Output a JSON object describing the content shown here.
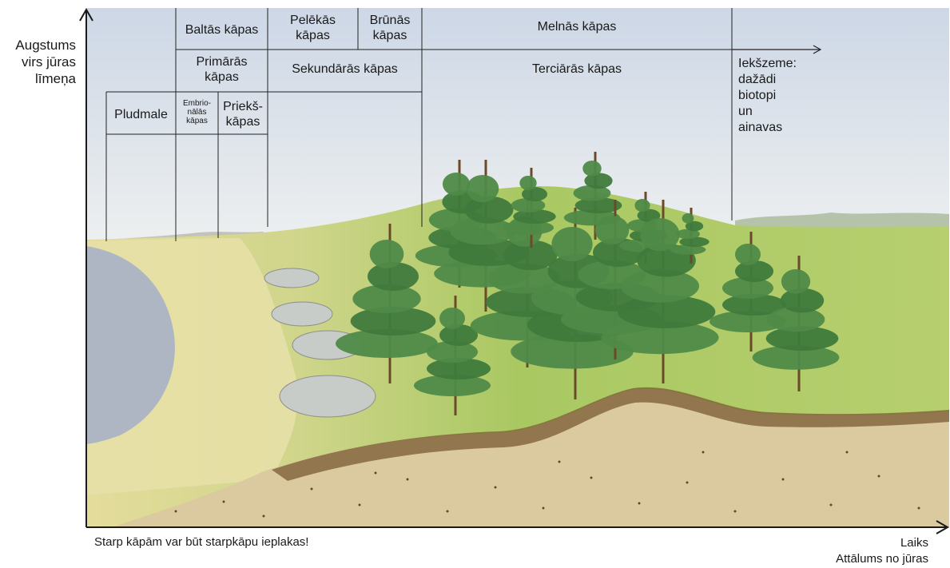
{
  "axes": {
    "y_label_lines": [
      "Augstums",
      "virs jūras",
      "līmeņa"
    ],
    "x_label_lines": [
      "Laiks",
      "Attālums no jūras"
    ],
    "footnote": "Starp kāpām var būt starpkāpu ieplakas!"
  },
  "zones": {
    "row1": {
      "white": "Baltās kāpas",
      "grey_lines": [
        "Pelēkās",
        "kāpas"
      ],
      "brown_lines": [
        "Brūnās",
        "kāpas"
      ],
      "black": "Melnās kāpas"
    },
    "row2": {
      "primary_lines": [
        "Primārās",
        "kāpas"
      ],
      "secondary": "Sekundārās kāpas",
      "tertiary": "Terciārās kāpas",
      "inland_lines": [
        "Iekšzeme:",
        "dažādi",
        "biotopi",
        "un",
        "ainavas"
      ]
    },
    "row3": {
      "beach": "Pludmale",
      "embryonic_lines": [
        "Embrio-",
        "nālās",
        "kāpas"
      ],
      "fore_lines": [
        "Priekš-",
        "kāpas"
      ]
    }
  },
  "colors": {
    "sky": "#dfe6ef",
    "sea": "#aeb8c6",
    "sand": "#e6dcb8",
    "grass": "#b9cf6a",
    "soil": "#d8c69f",
    "pine": "#3f7a3c",
    "shrub": "#c9ccc8",
    "axis": "#1a1a1a"
  }
}
